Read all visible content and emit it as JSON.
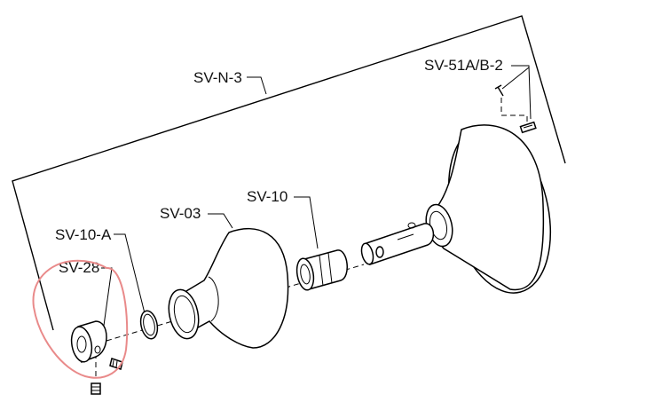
{
  "diagram": {
    "labels": {
      "assembly": "SV-N-3",
      "bracket_kit": "SV-51A/B-2",
      "nozzle": "SV-03",
      "sleeve": "SV-10",
      "retaining_ring": "SV-10-A",
      "collar": "SV-28"
    },
    "highlight_color": "#e98a8a",
    "line_color": "#000000"
  }
}
